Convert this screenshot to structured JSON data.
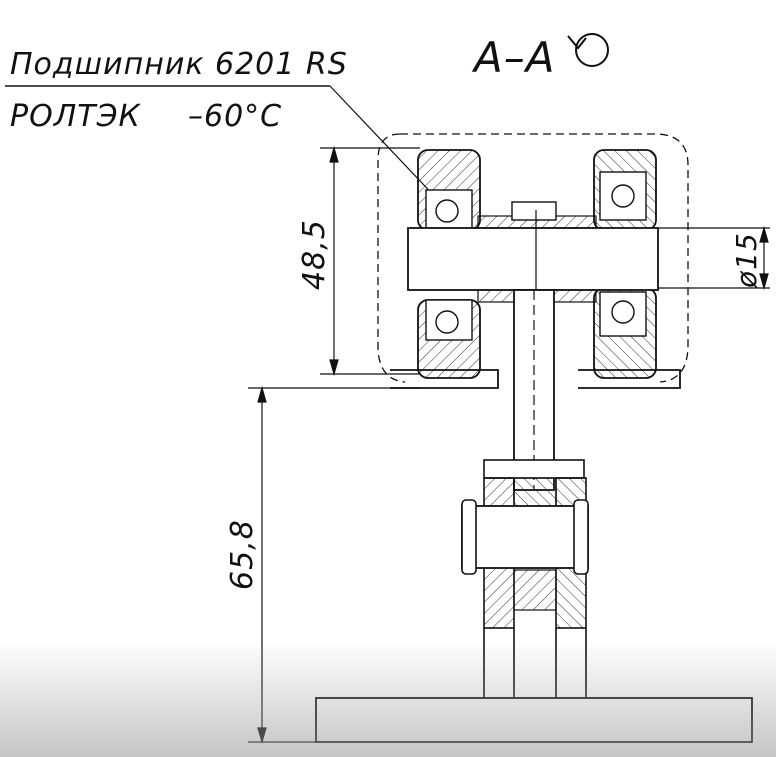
{
  "drawing": {
    "section_label": "А–А",
    "callout": {
      "line1": "Подшипник 6201 RS",
      "line2_left": "РОЛТЭК",
      "line2_right": "–60°С"
    },
    "dimensions": {
      "wheel_height": "48,5",
      "axle_diameter": "ø15",
      "total_height": "65,8"
    },
    "colors": {
      "line": "#111111",
      "hatch": "#333333",
      "background": "#ffffff"
    }
  }
}
